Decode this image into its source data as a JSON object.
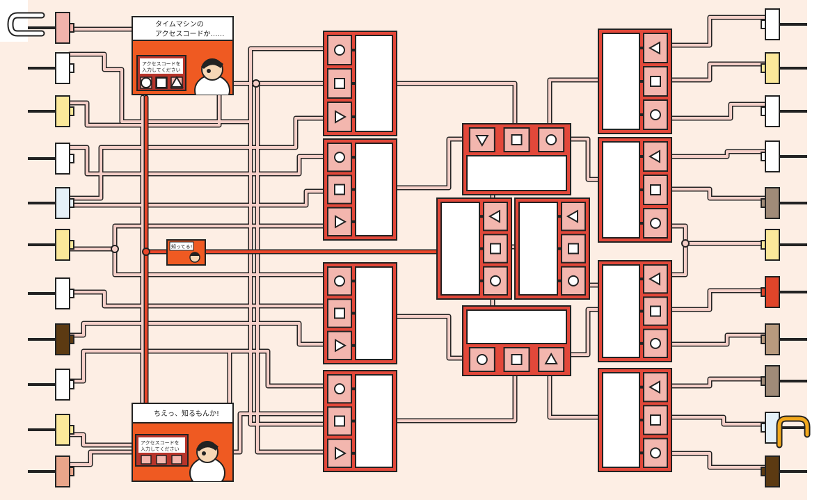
{
  "panels": {
    "top": {
      "line1": "タイムマシンの",
      "line2": "アクセスコードか……",
      "sign_line1": "アクセスコードを",
      "sign_line2": "入力してください"
    },
    "middle": {
      "text": "知ってる!"
    },
    "bottom": {
      "text": "ちえっ、知るもんか!",
      "sign_line1": "アクセスコードを",
      "sign_line2": "入力してください"
    }
  },
  "colors": {
    "background": "#fdeee4",
    "pipe_fill": "#f5cfc8",
    "pipe_red": "#e9462a",
    "module_red": "#e2483a",
    "cell_pink": "#f3b6ae",
    "panel_orange": "#ef5a22"
  },
  "shapes": {
    "left_top": [
      "circle",
      "square",
      "triangle-right"
    ],
    "left_2": [
      "circle",
      "square",
      "triangle-right"
    ],
    "left_3": [
      "circle",
      "square",
      "triangle-right"
    ],
    "left_4": [
      "circle",
      "square",
      "triangle-right"
    ],
    "center_top": [
      "triangle-down",
      "square",
      "circle"
    ],
    "center_left": [
      "triangle-left",
      "square",
      "circle"
    ],
    "center_right": [
      "triangle-left",
      "square",
      "circle"
    ],
    "center_bottom": [
      "circle",
      "square",
      "triangle-up"
    ],
    "right_1": [
      "triangle-left",
      "square",
      "circle"
    ],
    "right_2": [
      "triangle-left",
      "square",
      "circle"
    ],
    "right_3": [
      "triangle-left",
      "square",
      "circle"
    ],
    "right_4": [
      "triangle-left",
      "square",
      "circle"
    ]
  },
  "left_plugs": [
    "start-u-handle",
    "white",
    "yellow",
    "white",
    "light-blue",
    "yellow",
    "white",
    "dark-brown",
    "white",
    "yellow",
    "salmon"
  ],
  "right_plugs": [
    "white",
    "yellow",
    "white",
    "white",
    "grey-brown",
    "yellow",
    "red",
    "tan",
    "grey-brown",
    "light-blue",
    "dark-brown"
  ]
}
